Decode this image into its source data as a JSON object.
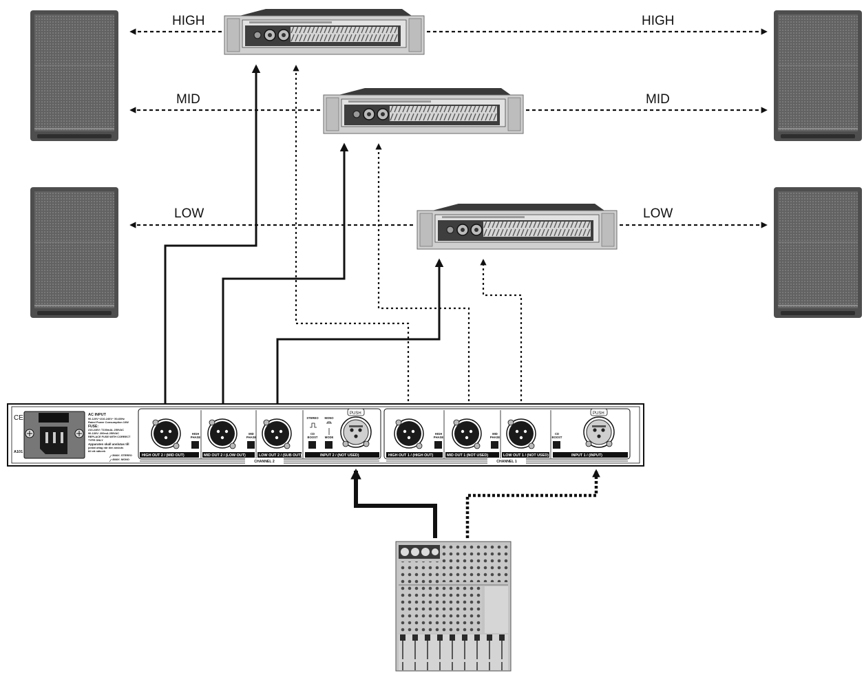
{
  "speakers": {
    "left_high": "HIGH",
    "left_mid": "MID",
    "left_low": "LOW",
    "right_high": "HIGH",
    "right_mid": "MID",
    "right_low": "LOW"
  },
  "crossover": {
    "model": "A101",
    "ce_mark": "CE",
    "power": {
      "title": "AC INPUT",
      "lines": [
        "90-120V~/210-240V~ 50-60Hz",
        "Rated Power Consumption 10W",
        "FUSE:",
        "210-240V: T100mAL 250VAC",
        "90-130V: 200mA 250VAC",
        "REPLACE FUSE WITH CORRECT",
        "TYPE ONLY",
        "Apparaten skall anslutas till",
        "jordat uttag när den ansluts",
        "till ett nätverk"
      ],
      "mode_stereo": "3WAY- STEREO",
      "mode_mono": "4WAY- MONO"
    },
    "ch2": {
      "label": "CHANNEL 2",
      "high_out": "HIGH OUT 2 / (MID OUT)",
      "mid_out": "MID OUT 2 / (LOW OUT)",
      "low_out": "LOW OUT 2 / (SUB OUT)",
      "input": "INPUT 2 / (NOT USED)",
      "high_phase": [
        "HIGH",
        "PHASE"
      ],
      "mid_phase": [
        "MID",
        "PHASE"
      ],
      "cd_boost": [
        "CD",
        "BOOST"
      ],
      "stereo": "STEREO",
      "mono": "MONO",
      "mode": "MODE",
      "push": "PUSH"
    },
    "ch1": {
      "label": "CHANNEL 1",
      "high_out": "HIGH OUT 1 / (HIGH OUT)",
      "mid_out": "MID OUT 1  (NOT USED)",
      "low_out": "LOW OUT 1 / (NOT USED)",
      "input": "INPUT 1 / (INPUT)",
      "high_phase": [
        "HIGH",
        "PHASE"
      ],
      "mid_phase": [
        "MID",
        "PHASE"
      ],
      "cd_boost": [
        "CD",
        "BOOST"
      ],
      "push": "PUSH"
    }
  },
  "colors": {
    "ink": "#111111",
    "speaker_body": "#555555",
    "speaker_grille": "#6e6e6e",
    "amp_face": "#cfcfcf",
    "amp_top": "#3a3a3a",
    "panel": "#ffffff",
    "mixer": "#bdbdbd"
  }
}
